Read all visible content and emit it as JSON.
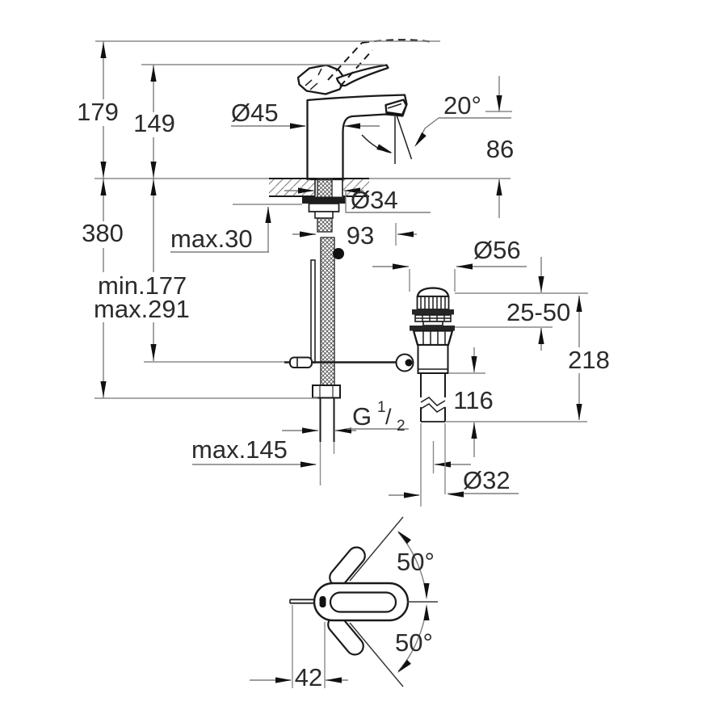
{
  "drawing": {
    "side_view": {
      "total_height": "179",
      "handle_height": "149",
      "body_diameter": "Ø45",
      "stream_angle": "20°",
      "spout_height": "86",
      "hole_diameter": "Ø34",
      "below_deck_depth": "380",
      "max_deck_thickness": "max.30",
      "spout_reach": "93",
      "flange_diameter": "Ø56",
      "rod_min": "min.177",
      "rod_max": "max.291",
      "flange_adjust_range": "25-50",
      "drain_depth": "218",
      "tailpipe_length": "116",
      "thread_prefix": "G",
      "thread_numerator": "1",
      "thread_divider": "/",
      "thread_denominator": "2",
      "max_rod_reach": "max.145",
      "tailpipe_diameter": "Ø32"
    },
    "plan_view": {
      "swing_angle_up": "50°",
      "swing_angle_down": "50°",
      "rod_offset": "42"
    }
  }
}
